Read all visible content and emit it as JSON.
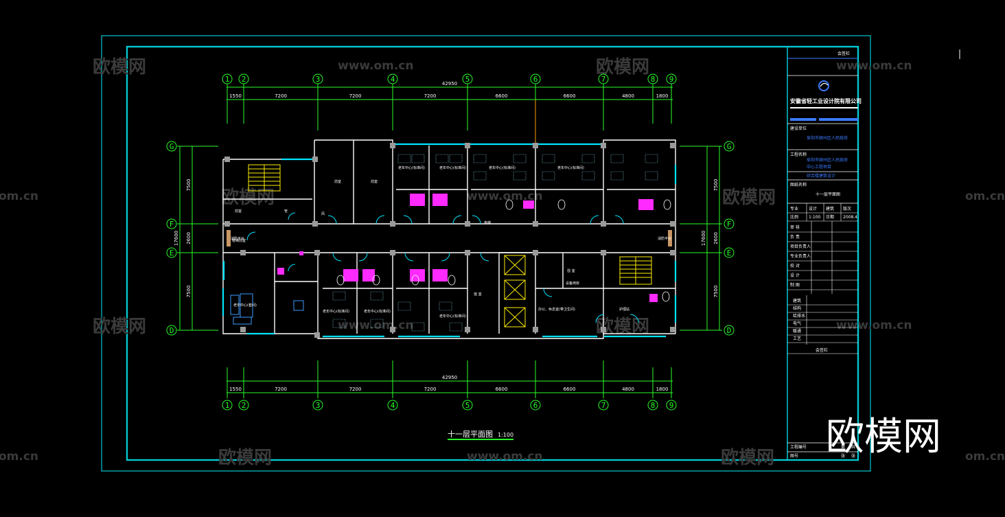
{
  "drawing": {
    "title": "十一层平面图",
    "scale": "1:100",
    "total_dim": "42950",
    "dims": [
      "1550",
      "7200",
      "7200",
      "7200",
      "6600",
      "6600",
      "4800",
      "1800"
    ],
    "col_axes": [
      "1",
      "2",
      "3",
      "4",
      "5",
      "6",
      "7",
      "8",
      "9"
    ],
    "row_axes": [
      "G",
      "F",
      "E",
      "D"
    ],
    "left_dims": [
      "7500",
      "2600",
      "7500"
    ],
    "left_total": "17600",
    "right_dims": [
      "7500",
      "2600",
      "7500"
    ],
    "right_total": "17600"
  },
  "rooms": [
    "前室",
    "管",
    "风",
    "楼梯前室",
    "前室",
    "前室",
    "老年中心(标准间)",
    "老年中心(标准间)",
    "老年中心(标准间)",
    "老年中心(标准间)",
    "老年中心(套间)",
    "老年中心(标准间)",
    "老年中心(标准间)",
    "老年中心(标准间)",
    "值  室",
    "强 室",
    "办公、休息室(带卫生间)",
    "护理站",
    "设备用房",
    "电梯",
    "消防平台",
    "消防平台"
  ],
  "title_block": {
    "top_label": "会签栏",
    "company": "安徽省轻工业设计院有限公司",
    "builder_label": "建设单位",
    "builder": "阜阳市颍州区人民政府",
    "project_label": "工程名称",
    "project_line1": "阜阳市颍州区人民政府",
    "project_line2": "中心工程项目",
    "project_line3": "综合楼建筑设计",
    "drawing_label": "图纸名称",
    "drawing_name": "十一层平面图",
    "row1": [
      "专业",
      "设计",
      "建筑",
      "版次"
    ],
    "row2": [
      "比例",
      "1:100",
      "日期",
      "2008.4"
    ],
    "roles": [
      "审  核",
      "负  责",
      "项目负责人",
      "专业负责人",
      "校  对",
      "设  计",
      "制  图"
    ],
    "sign_rows": [
      "建筑",
      "结构",
      "给排水",
      "电气",
      "暖通",
      "工艺"
    ],
    "bottom_label": "会签栏",
    "footer": [
      "工程编号",
      "图号",
      "共",
      "张",
      "第",
      "张"
    ]
  },
  "watermarks": {
    "site_cn": "欧模网",
    "site_url": "www.om.cn",
    "url_left": "om.cn"
  },
  "colors": {
    "frame": "#00c8d2",
    "axis": "#2aff2a",
    "wall": "#ffffff",
    "glass": "#00e5ff",
    "sanitary": "#ff2aff",
    "stair": "#ffee00",
    "column": "#9a9a9a"
  }
}
